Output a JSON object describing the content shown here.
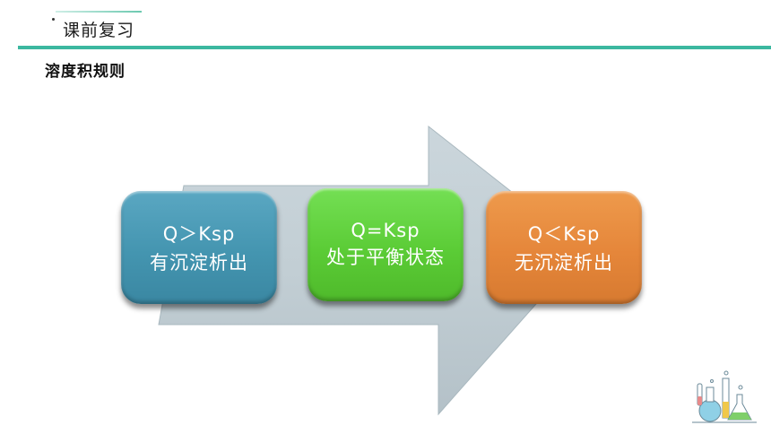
{
  "header": {
    "title": "课前复习"
  },
  "page": {
    "subtitle": "溶度积规则"
  },
  "cards": [
    {
      "formula": "Q＞Ksp",
      "description": "有沉淀析出",
      "color": "#4495b0"
    },
    {
      "formula": "Q=Ksp",
      "description": "处于平衡状态",
      "color": "#5bcc36"
    },
    {
      "formula": "Q＜Ksp",
      "description": "无沉淀析出",
      "color": "#e5863a"
    }
  ],
  "colors": {
    "accent": "#3cb8a0",
    "arrow": "#c0cdd3"
  },
  "icons": {
    "logo": "lab-flask-icon"
  }
}
